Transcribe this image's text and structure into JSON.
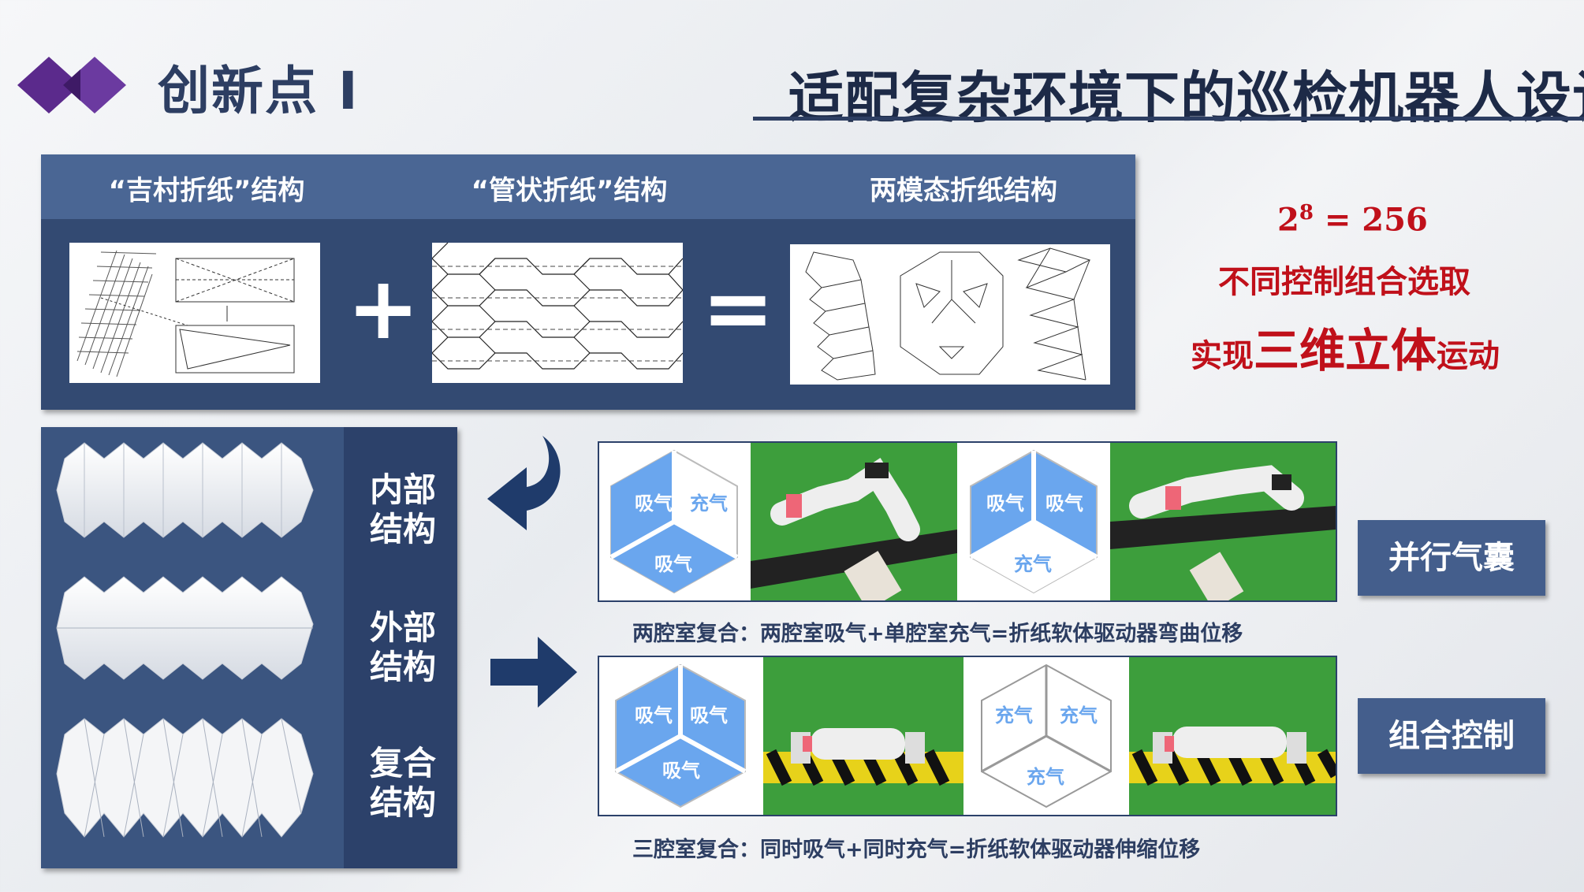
{
  "header": {
    "title_left": "创新点 Ⅰ",
    "title_right": "适配复杂环境下的巡检机器人设计"
  },
  "top_panel": {
    "captions": [
      "“吉村折纸”结构",
      "“管状折纸”结构",
      "两模态折纸结构"
    ],
    "operators": [
      "+",
      "="
    ]
  },
  "formula": {
    "base": "2",
    "exp": "8",
    "rest": " = 256"
  },
  "notes": {
    "line1": "不同控制组合选取",
    "line2_pre": "实现",
    "line2_big": "三维立体",
    "line2_post": "运动"
  },
  "left_panel": {
    "labels": [
      "内部结构",
      "外部结构",
      "复合结构"
    ],
    "label_lines": [
      [
        "内部",
        "结构"
      ],
      [
        "外部",
        "结构"
      ],
      [
        "复合",
        "结构"
      ]
    ]
  },
  "row1": {
    "hex1": [
      "吸气",
      "充气",
      "吸气"
    ],
    "hex2": [
      "吸气",
      "吸气",
      "充气"
    ],
    "caption": "两腔室复合：两腔室吸气+单腔室充气=折纸软体驱动器弯曲位移"
  },
  "row2": {
    "hex1": [
      "吸气",
      "吸气",
      "吸气"
    ],
    "hex2": [
      "充气",
      "充气",
      "充气"
    ],
    "caption": "三腔室复合：同时吸气+同时充气=折纸软体驱动器伸缩位移"
  },
  "buttons": {
    "parallel": "并行气囊",
    "combo": "组合控制"
  },
  "colors": {
    "navy": "#2d3e62",
    "panel": "#334a72",
    "accent_red": "#c0101a",
    "hex_blue": "#6aa6ee",
    "hex_text": "#6aa6ee",
    "logo_purple": "#5b2a8c"
  }
}
